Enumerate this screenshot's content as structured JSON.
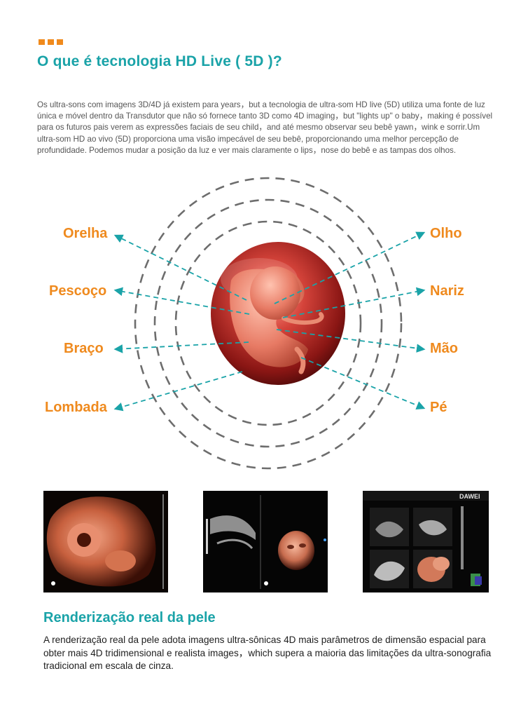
{
  "header": {
    "title": "O que é tecnologia HD Live ( 5D )?",
    "intro": "Os ultra-sons com imagens 3D/4D já existem para years，but a tecnologia de ultra-som HD live (5D) utiliza uma fonte de luz única e móvel dentro da Transdutor que não só fornece tanto 3D como 4D imaging，but \"lights up\" o baby，making é possível para os futuros pais verem as expressões faciais de seu child，and até mesmo observar seu bebê yawn，wink e sorrir.Um ultra-som HD ao vivo (5D) proporciona uma visão impecável de seu bebê, proporcionando uma melhor percepção de profundidade. Podemos mudar a posição da luz e ver mais claramente o lips，nose do bebê e as tampas dos olhos."
  },
  "diagram": {
    "left_labels": [
      "Orelha",
      "Pescoço",
      "Braço",
      "Lombada"
    ],
    "right_labels": [
      "Olho",
      "Nariz",
      "Mão",
      "Pé"
    ]
  },
  "screens": {
    "brand": "DAWEI"
  },
  "section": {
    "title": "Renderização real da pele",
    "text": "A renderização real da pele adota imagens ultra-sônicas 4D mais parâmetros de dimensão espacial para obter mais 4D tridimensional e realista images，which supera a maioria das limitações da ultra-sonografia tradicional em escala de cinza."
  },
  "colors": {
    "accent_teal": "#1aa3a8",
    "accent_orange": "#ef8a1e"
  }
}
